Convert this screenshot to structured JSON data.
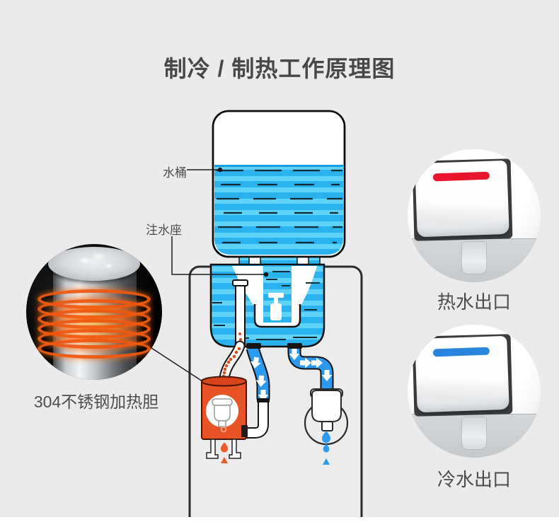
{
  "title": "制冷 / 制热工作原理图",
  "labels": {
    "bucket": "水桶",
    "fill_seat": "注水座",
    "heater": "304不锈钢加热胆",
    "hot_outlet": "热水出口",
    "cold_outlet": "冷水出口"
  },
  "colors": {
    "background": "#ebebeb",
    "text_dark": "#4c4c4c",
    "water_base": "#29b2ee",
    "water_light": "#5fd4f8",
    "pipe_blue": "#2b9af0",
    "heater_orange": "#e85325",
    "heater_orange_dark": "#d9441b",
    "drip_orange": "#f1592a",
    "hot_red": "#e8152d",
    "cold_blue": "#2a86dc"
  },
  "icons": {
    "flow_arrow": "white-down-arrow-icon",
    "water_drop": "drop-icon",
    "heating_coil": "orange-coil-icon",
    "push_button": "dispenser-button-icon"
  }
}
